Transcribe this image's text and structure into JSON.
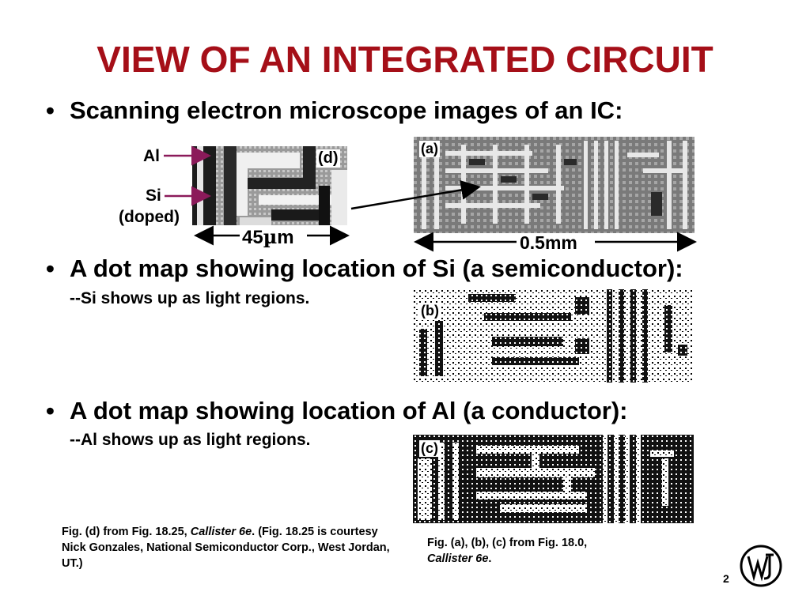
{
  "slide": {
    "title": "VIEW OF AN INTEGRATED CIRCUIT",
    "bullets": [
      {
        "text": "Scanning electron microscope images of an IC:"
      },
      {
        "text": "A dot map showing location of Si (a semiconductor):",
        "sub": "--Si shows up as light regions."
      },
      {
        "text": "A dot map showing location of Al (a conductor):",
        "sub": "--Al shows up as light regions."
      }
    ],
    "figure_d": {
      "al_label": "Al",
      "si_label": "Si",
      "doped_label": "(doped)",
      "tag": "(d)",
      "scale": "45",
      "scale_mu": "µ",
      "scale_unit": "m"
    },
    "figure_a": {
      "tag": "(a)",
      "scale": "0.5mm"
    },
    "figure_b": {
      "tag": "(b)"
    },
    "figure_c": {
      "tag": "(c)"
    },
    "caption_left": {
      "prefix": "Fig. (d) from Fig. 18.25, ",
      "book": "Callister 6e",
      "suffix": ". (Fig. 18.25 is courtesy Nick Gonzales, National Semiconductor Corp., West Jordan, UT.)"
    },
    "caption_right": {
      "prefix": "Fig. (a), (b), (c) from Fig. 18.0,",
      "book": "Callister 6e",
      "suffix": "."
    },
    "page_number": "2",
    "colors": {
      "title": "#a50f18",
      "arrow": "#8b1a5a"
    },
    "logo_icon": "wiley-logo"
  }
}
